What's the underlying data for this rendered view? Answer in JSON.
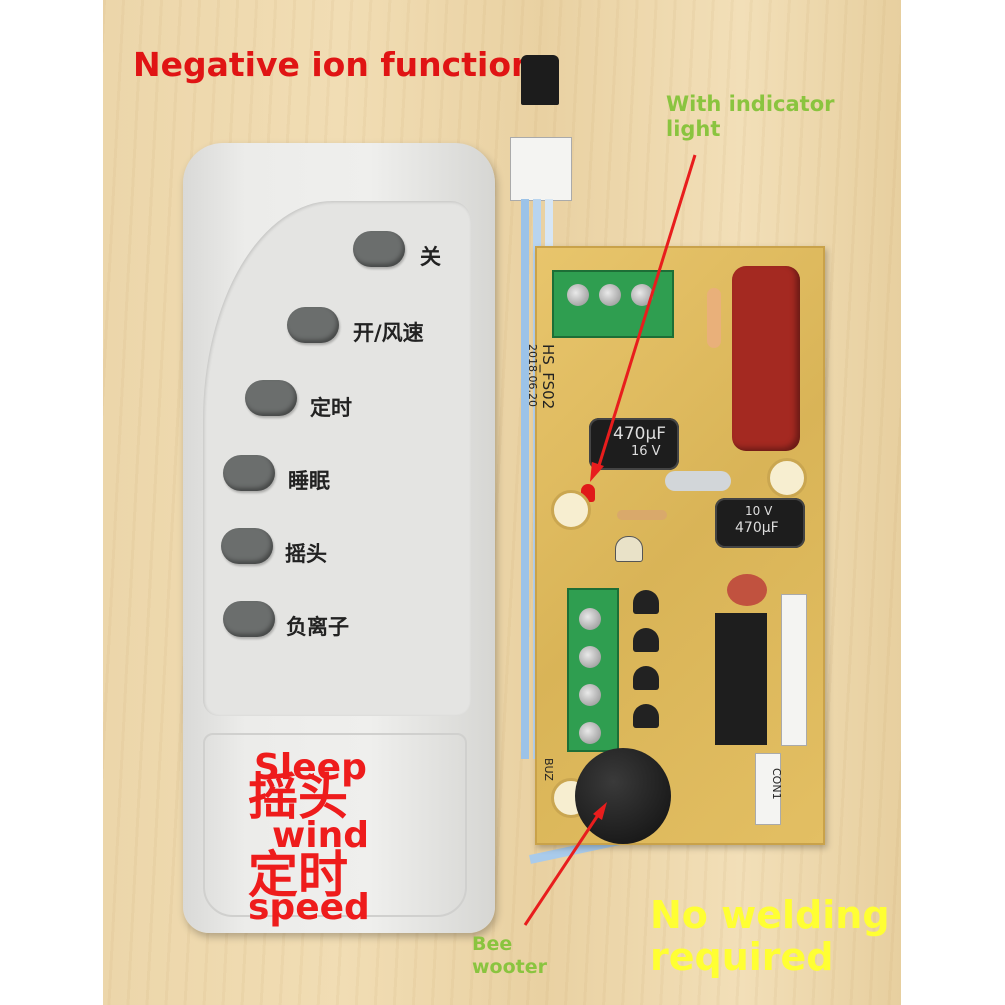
{
  "annotations": {
    "title": "Negative ion function",
    "indicator": "With indicator light",
    "buzzer": "Bee wooter",
    "no_welding": "No welding required"
  },
  "remote": {
    "buttons": [
      {
        "id": "off",
        "label": "关"
      },
      {
        "id": "on-speed",
        "label": "开/风速"
      },
      {
        "id": "timer",
        "label": "定时"
      },
      {
        "id": "sleep",
        "label": "睡眠"
      },
      {
        "id": "swing",
        "label": "摇头"
      },
      {
        "id": "negative-ion",
        "label": "负离子"
      }
    ],
    "overlay": {
      "sleep": "Sleep",
      "swing_cn": "摇头",
      "wind": "wind",
      "timer_cn": "定时",
      "speed": "speed"
    }
  },
  "pcb": {
    "cap_large": "470μF",
    "cap_large_v": "16 V",
    "cap_small": "470μF",
    "cap_small_v": "10 V",
    "label_buz": "BUZ",
    "label_con": "CON1",
    "label_model": "HS_FS02",
    "label_date": "2018.06.20"
  },
  "colors": {
    "title": "#e01414",
    "green_note": "#8ac43f",
    "yellow_note": "#ffff33",
    "terminal": "#2f9e50",
    "pcb": "#dfbb5e"
  }
}
